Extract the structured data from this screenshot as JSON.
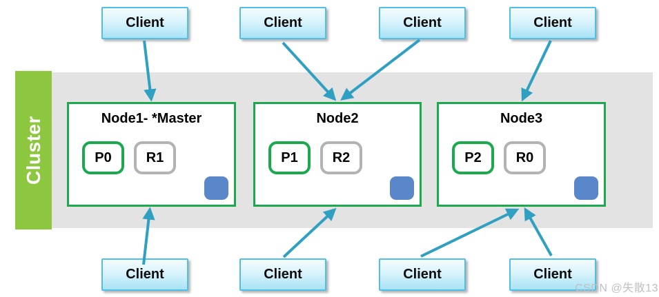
{
  "diagram": {
    "cluster_label": "Cluster",
    "watermark": "CSDN @失散13"
  },
  "top_clients": [
    {
      "label": "Client"
    },
    {
      "label": "Client"
    },
    {
      "label": "Client"
    },
    {
      "label": "Client"
    }
  ],
  "bottom_clients": [
    {
      "label": "Client"
    },
    {
      "label": "Client"
    },
    {
      "label": "Client"
    },
    {
      "label": "Client"
    }
  ],
  "nodes": [
    {
      "title": "Node1- *Master",
      "primary": "P0",
      "replica": "R1"
    },
    {
      "title": "Node2",
      "primary": "P1",
      "replica": "R2"
    },
    {
      "title": "Node3",
      "primary": "P2",
      "replica": "R0"
    }
  ],
  "connections": [
    {
      "from": "top-client-1",
      "to": "node-1"
    },
    {
      "from": "top-client-2",
      "to": "node-2"
    },
    {
      "from": "top-client-3",
      "to": "node-2"
    },
    {
      "from": "top-client-4",
      "to": "node-3"
    },
    {
      "from": "bottom-client-1",
      "to": "node-1"
    },
    {
      "from": "bottom-client-2",
      "to": "node-2"
    },
    {
      "from": "bottom-client-3",
      "to": "node-3"
    },
    {
      "from": "bottom-client-4",
      "to": "node-3"
    }
  ],
  "colors": {
    "arrow": "#2FA0C2",
    "node-green": "#1BA94E",
    "cluster-green": "#8DC63F",
    "band-gray": "#E3E3E3",
    "shard-gray": "#B3B3B3",
    "blue-square": "#5A87C9",
    "client-border": "#4FBFE8",
    "client-fill-top": "#F4FCFE",
    "client-fill-bottom": "#A9E3F6",
    "watermark": "#C0C0C0"
  }
}
